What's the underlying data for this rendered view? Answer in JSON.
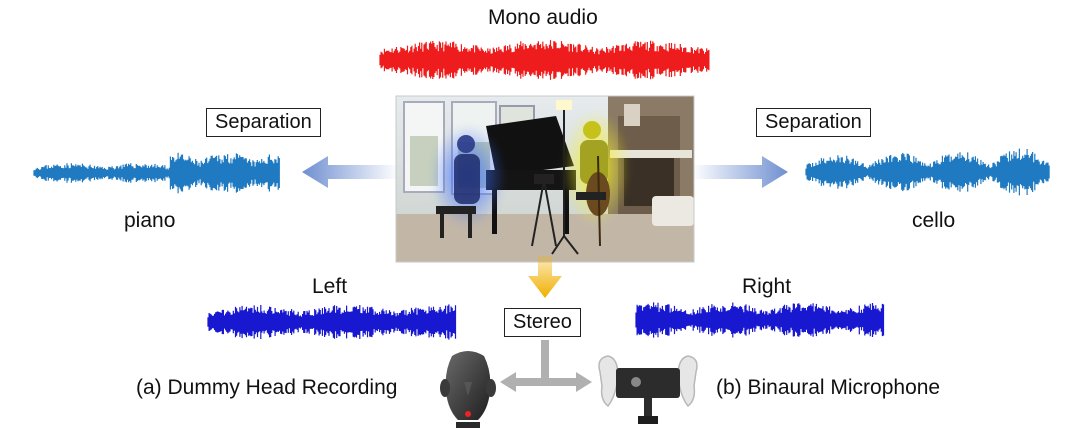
{
  "labels": {
    "mono_audio": "Mono audio",
    "separation_left": "Separation",
    "separation_right": "Separation",
    "piano": "piano",
    "cello": "cello",
    "left": "Left",
    "right": "Right",
    "stereo": "Stereo",
    "dummy_head": "(a) Dummy Head Recording",
    "binaural_mic": "(b) Binaural Microphone"
  },
  "colors": {
    "mono_wave": "#ee1c1c",
    "separated_wave": "#1f7ac2",
    "stereo_wave": "#1818d0",
    "separation_arrow": "#6f8fd0",
    "stereo_arrow": "#f0b000",
    "connector": "#b0b0b0"
  }
}
